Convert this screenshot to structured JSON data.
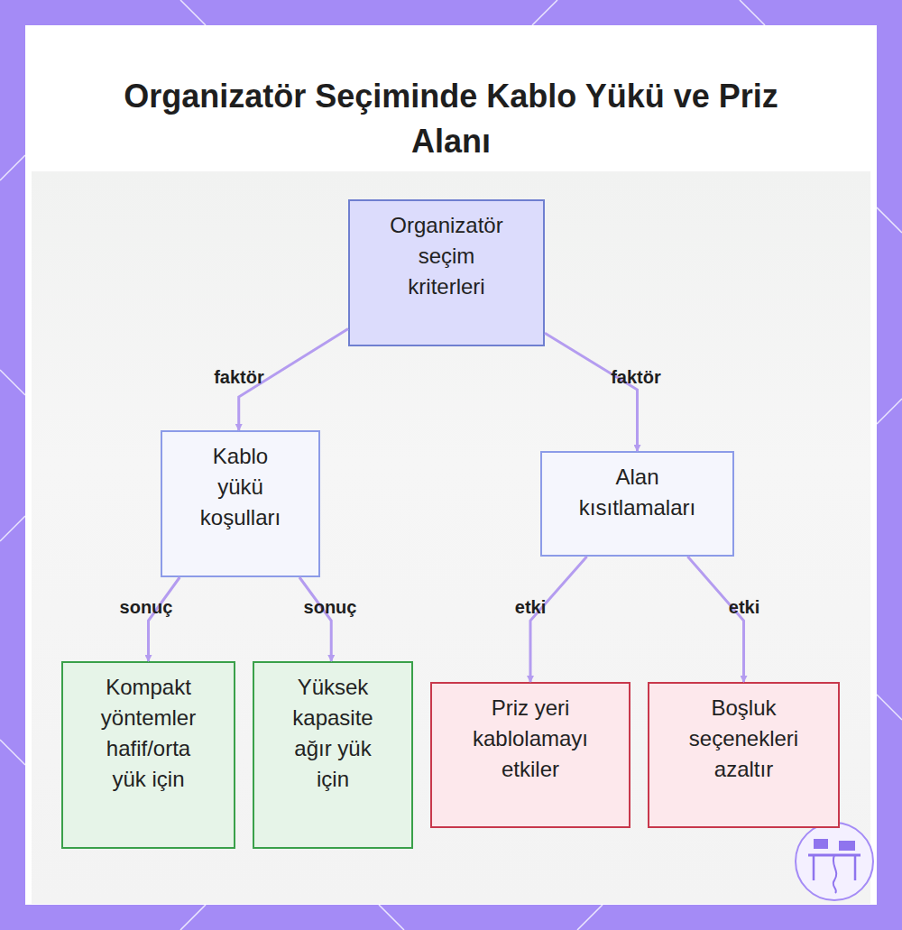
{
  "diagram": {
    "title": "Organizatör Seçiminde Kablo Yükü ve Priz Alanı",
    "nodes": [
      {
        "text": [
          "Organizatör seçim kriterleri"
        ]
      },
      {
        "text": [
          "Kablo yükü koşulları"
        ]
      },
      {
        "text": [
          "Alan kısıtlamaları"
        ]
      },
      {
        "text": [
          "Kompakt yöntemler hafif/orta yük için"
        ]
      },
      {
        "text": [
          "Yüksek kapasite ağır yük için"
        ]
      },
      {
        "text": [
          "Priz yeri kablolamayı etkiler"
        ]
      },
      {
        "text": [
          "Boşluk seçenekleri azaltır"
        ]
      }
    ],
    "edges": [
      {
        "from": 0,
        "to": 1,
        "label": "faktör",
        "arrow": "to"
      },
      {
        "from": 0,
        "to": 2,
        "label": "faktör",
        "arrow": "to"
      },
      {
        "from": 1,
        "to": 3,
        "label": "sonuç",
        "arrow": "to"
      },
      {
        "from": 1,
        "to": 4,
        "label": "sonuç",
        "arrow": "to"
      },
      {
        "from": 2,
        "to": 5,
        "label": "etki",
        "arrow": "to"
      },
      {
        "from": 2,
        "to": 6,
        "label": "etki",
        "arrow": "to"
      }
    ]
  }
}
